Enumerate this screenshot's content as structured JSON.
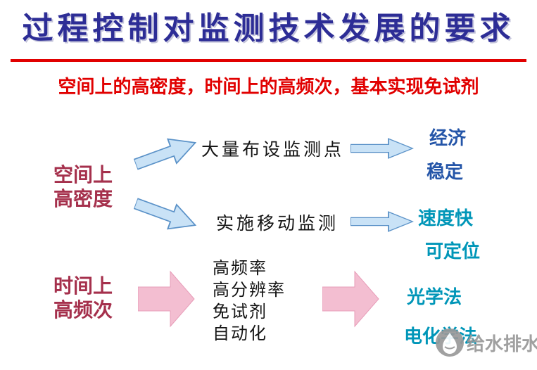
{
  "slide": {
    "title": "过程控制对监测技术发展的要求",
    "subtitle": "空间上的高密度，时间上的高频次，基本实现免试剂",
    "spatial": {
      "label_line1": "空间上",
      "label_line2": "高密度",
      "branches": [
        {
          "action": "大量布设监测点",
          "benefits": [
            "经济",
            "稳定"
          ]
        },
        {
          "action": "实施移动监测",
          "benefits": [
            "速度快",
            "可定位"
          ]
        }
      ]
    },
    "temporal": {
      "label_line1": "时间上",
      "label_line2": "高频次",
      "features": [
        "高频率",
        "高分辨率",
        "免试剂",
        "自动化"
      ],
      "methods": [
        "光学法",
        "电化学法"
      ]
    },
    "watermark": {
      "text": "给水排水"
    },
    "colors": {
      "title_blue": "#2d2d96",
      "accent_red": "#e10000",
      "label_dark_red": "#a5304c",
      "benefit_blue": "#2455a8",
      "benefit_teal": "#0096b8",
      "text_black": "#141414",
      "arrow_blue_fill": "#c9e2f6",
      "arrow_blue_stroke": "#5b92c8",
      "arrow_pink_fill": "#f3bed1",
      "arrow_pink_stroke": "#e79cb8",
      "watermark_gray": "#989898"
    }
  }
}
